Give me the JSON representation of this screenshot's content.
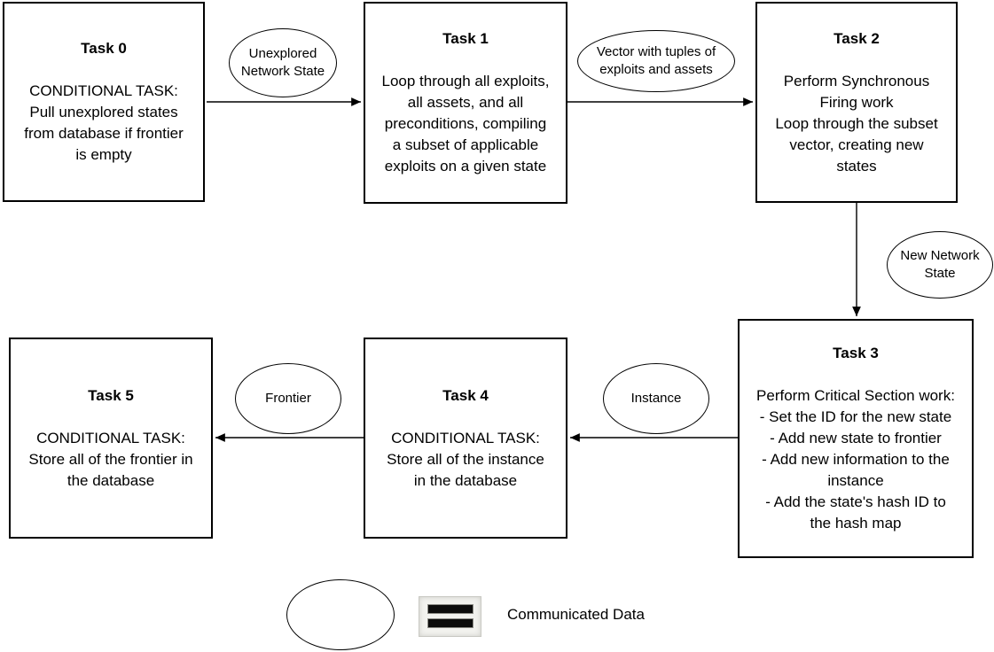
{
  "diagram": {
    "stroke_color": "#000000",
    "fill_color": "#ffffff",
    "nodes": {
      "task0": {
        "title": "Task 0",
        "body": "CONDITIONAL TASK:\nPull unexplored states\nfrom database if frontier\nis empty"
      },
      "task1": {
        "title": "Task 1",
        "body": "Loop through all exploits,\nall assets, and all\npreconditions, compiling\na subset of applicable\nexploits on a given state"
      },
      "task2": {
        "title": "Task 2",
        "body": "Perform Synchronous\nFiring work\nLoop through the subset\nvector, creating new\nstates"
      },
      "task3": {
        "title": "Task 3",
        "body": "Perform Critical Section work:\n- Set the ID for the new state\n- Add new state to frontier\n- Add new information to the\ninstance\n- Add the state's hash ID to\nthe hash map"
      },
      "task4": {
        "title": "Task 4",
        "body": "CONDITIONAL TASK:\nStore all of the instance\nin the database"
      },
      "task5": {
        "title": "Task 5",
        "body": "CONDITIONAL TASK:\nStore all of the frontier in\nthe database"
      }
    },
    "connector_labels": {
      "unexplored": "Unexplored\nNetwork State",
      "vector": "Vector with tuples of\nexploits and assets",
      "new_state": "New Network\nState",
      "instance": "Instance",
      "frontier": "Frontier"
    },
    "legend": {
      "label": "Communicated Data"
    }
  }
}
